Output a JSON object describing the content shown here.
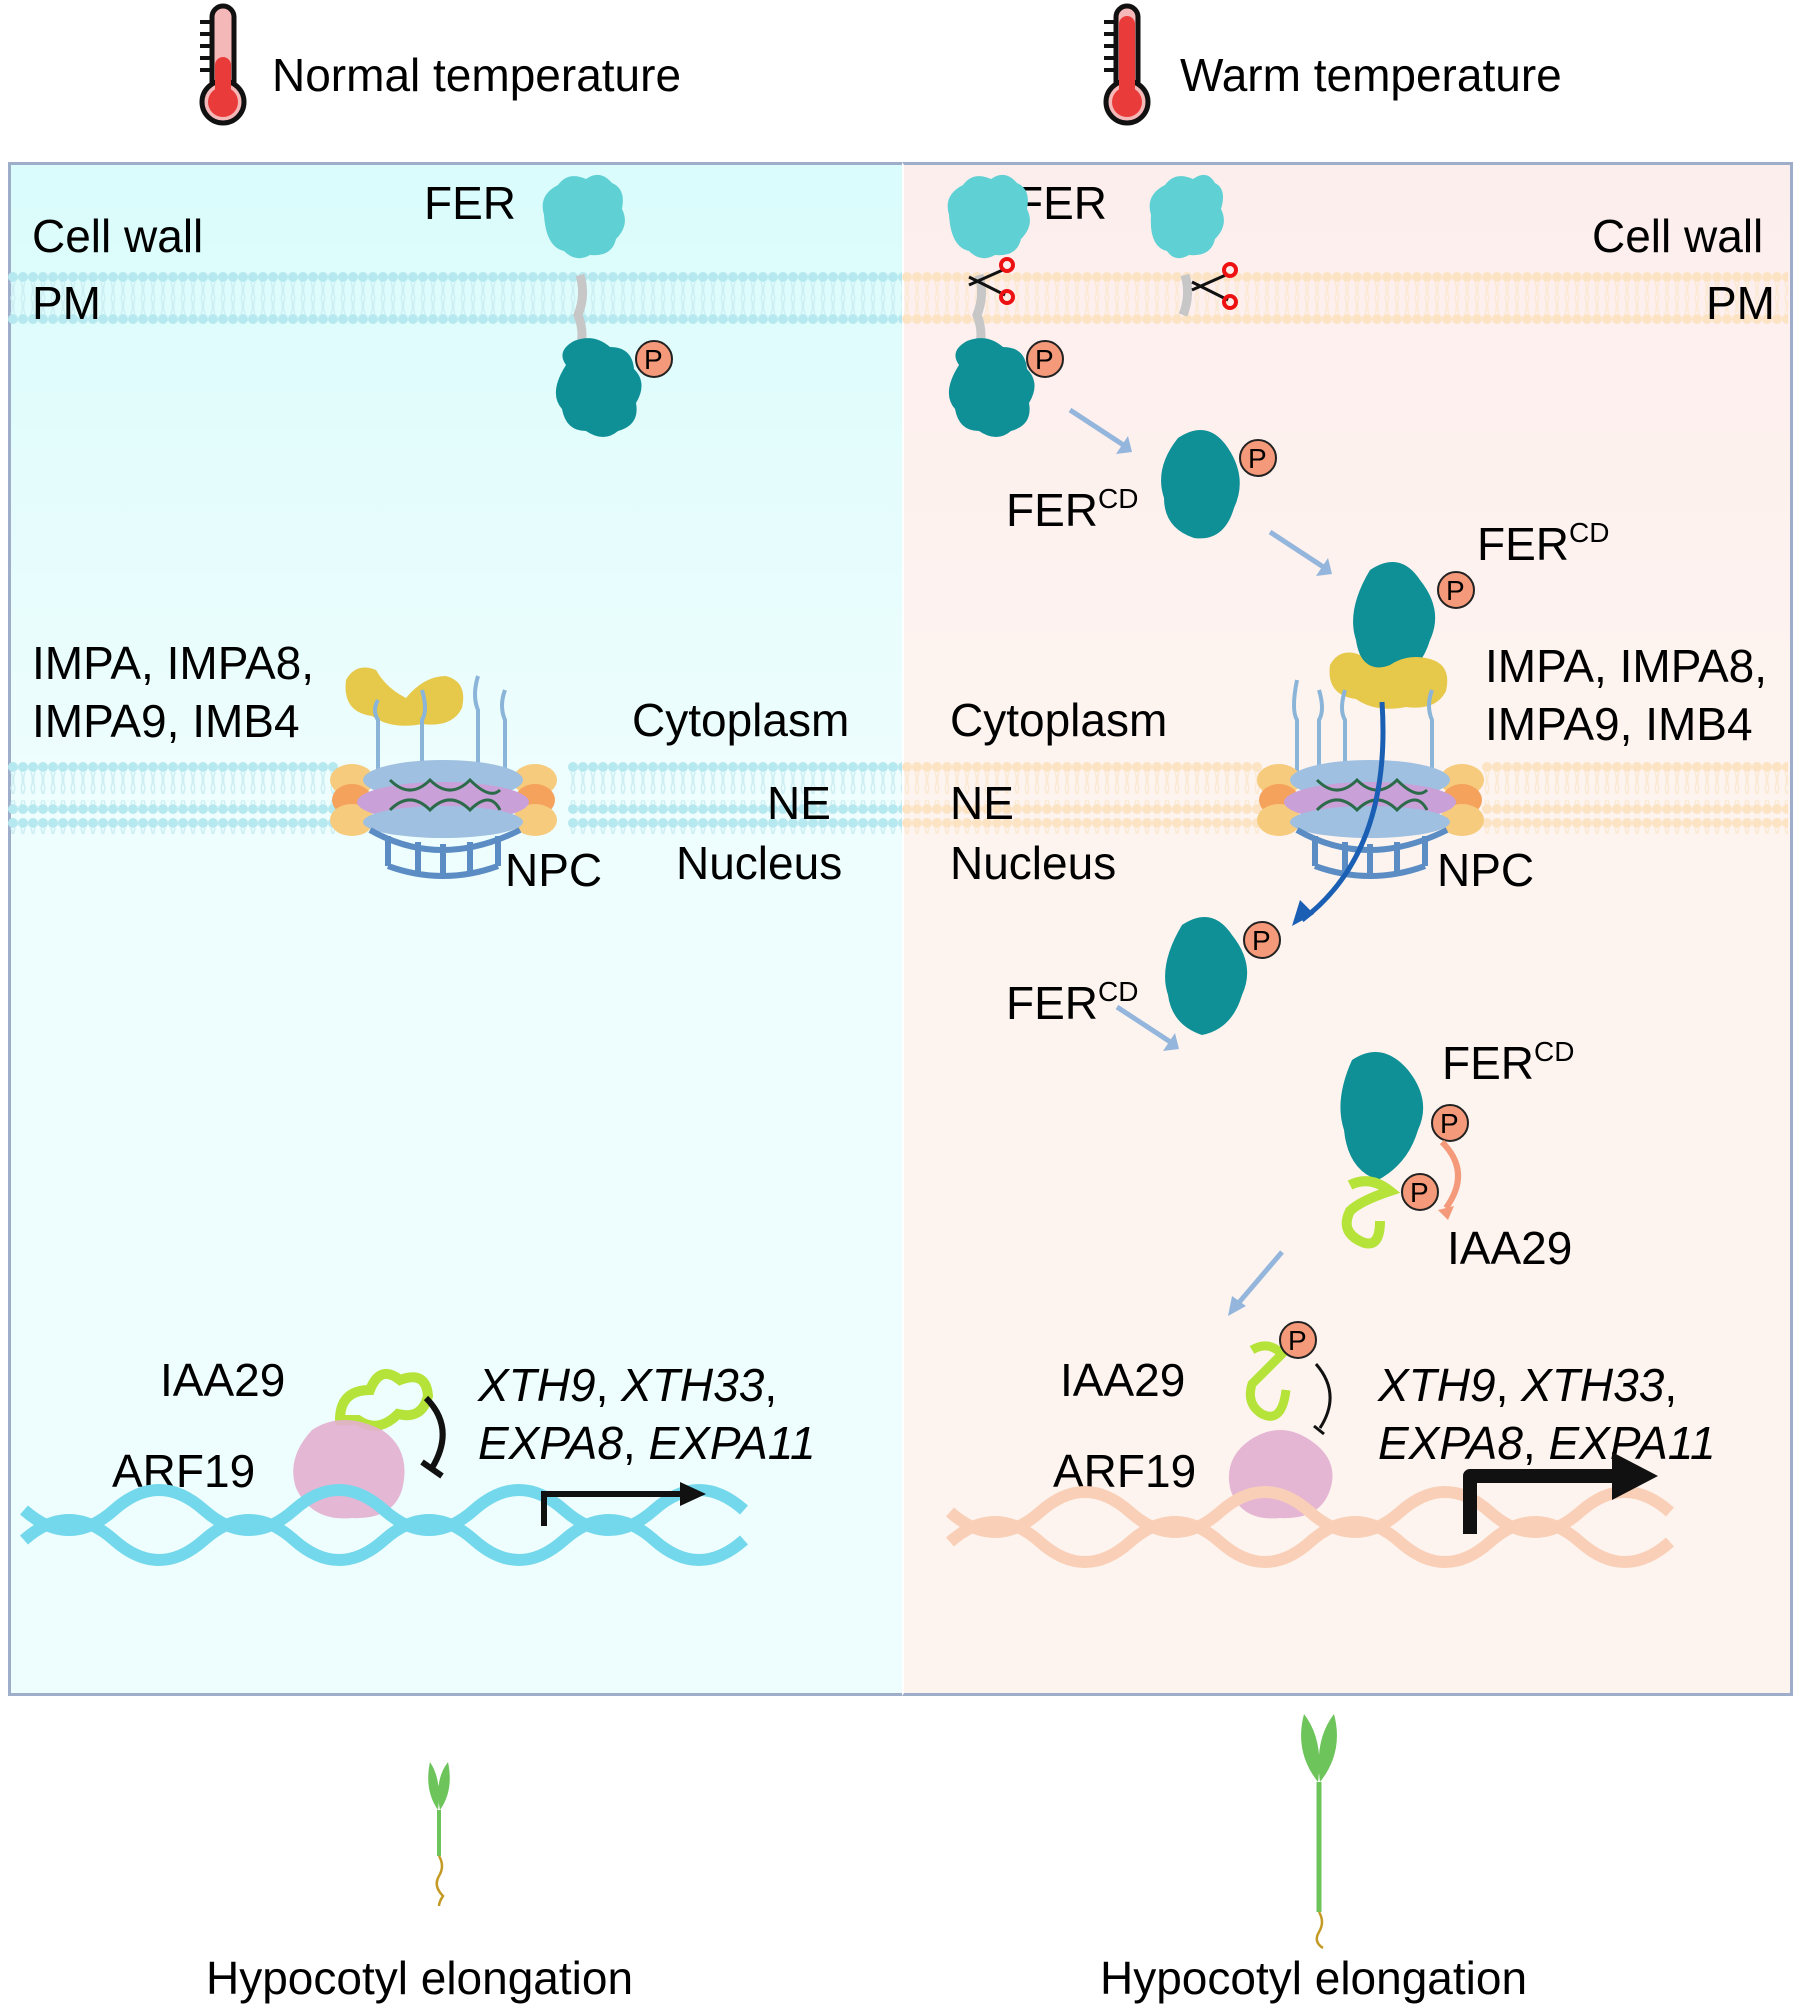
{
  "header": {
    "left_condition": "Normal temperature",
    "right_condition": "Warm temperature",
    "icons": [
      "thermometer-icon",
      "thermometer-icon"
    ]
  },
  "compartments": {
    "cell_wall": "Cell wall",
    "pm": "PM",
    "cytoplasm": "Cytoplasm",
    "ne": "NE",
    "nucleus": "Nucleus",
    "npc": "NPC"
  },
  "proteins": {
    "fer": "FER",
    "fer_cd_base": "FER",
    "fer_cd_sup": "CD",
    "importins_line1": "IMPA, IMPA8,",
    "importins_line2": "IMPA9, IMB4",
    "iaa29": "IAA29",
    "arf19": "ARF19",
    "phospho": "P"
  },
  "genes": {
    "g1": "XTH9",
    "g2": "XTH33",
    "g3": "EXPA8",
    "g4": "EXPA11",
    "sep": ", "
  },
  "outcome": {
    "left": "Hypocotyl elongation",
    "right": "Hypocotyl elongation"
  },
  "colors": {
    "normal_bg": "#eefdfd",
    "warm_bg": "#fdf4ef",
    "fer_ecto": "#5fd0d4",
    "fer_kinase": "#0e9096",
    "phospho": "#f49a7a",
    "importin": "#e6c84a",
    "iaa29": "#b6e33a",
    "arf19": "#e2afcf",
    "dna_normal": "#73d8ec",
    "dna_warm": "#f9cfb7",
    "arrow_light": "#94b6dc",
    "arrow_import": "#1a5fb4",
    "arrow_phospho": "#f49a7a",
    "seedling": "#6cc45a",
    "root": "#c39a24"
  }
}
